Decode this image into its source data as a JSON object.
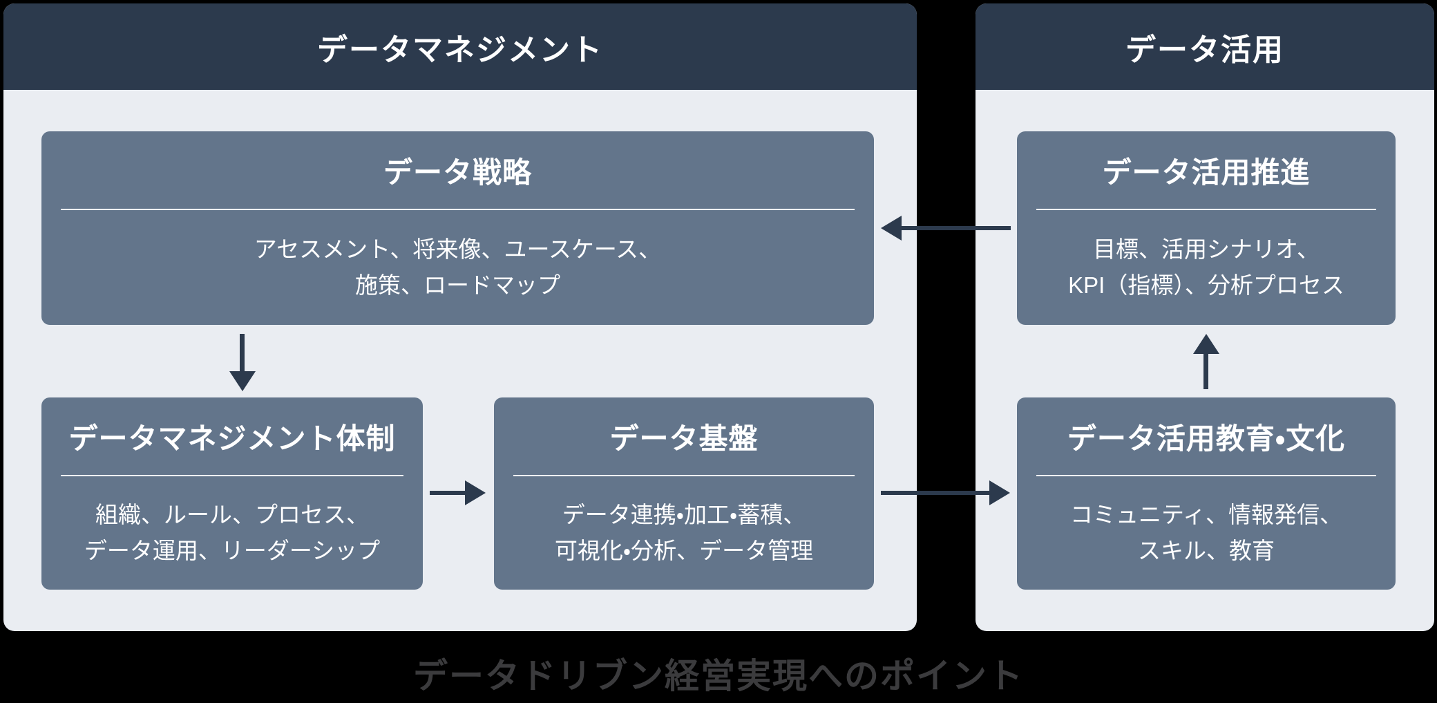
{
  "colors": {
    "canvas_bg": "#000000",
    "header_bg": "#2c3a4d",
    "panel_bg": "#eaedf2",
    "box_bg": "#63758b",
    "arrow_color": "#2c3a4d",
    "text_on_dark": "#ffffff",
    "caption_color": "#3b3b3d"
  },
  "panels": {
    "data_management": {
      "title": "データマネジメント",
      "boxes": {
        "strategy": {
          "title": "データ戦略",
          "body_line1": "アセスメント、将来像、ユースケース、",
          "body_line2": "施策、ロードマップ"
        },
        "organization": {
          "title": "データマネジメント体制",
          "body_line1": "組織、ルール、プロセス、",
          "body_line2": "データ運用、リーダーシップ"
        },
        "platform": {
          "title": "データ基盤",
          "body_line1": "データ連携・加工・蓄積、",
          "body_line2": "可視化・分析、データ管理"
        }
      }
    },
    "data_utilization": {
      "title": "データ活用",
      "boxes": {
        "promotion": {
          "title": "データ活用推進",
          "body_line1": "目標、活用シナリオ、",
          "body_line2": "KPI（指標）、分析プロセス"
        },
        "culture": {
          "title": "データ活用教育・文化",
          "body_line1": "コミュニティ、情報発信、",
          "body_line2": "スキル、教育"
        }
      }
    }
  },
  "flow": [
    {
      "from": "データ戦略",
      "to": "データマネジメント体制",
      "direction": "down"
    },
    {
      "from": "データマネジメント体制",
      "to": "データ基盤",
      "direction": "right"
    },
    {
      "from": "データ基盤",
      "to": "データ活用教育・文化",
      "direction": "right"
    },
    {
      "from": "データ活用教育・文化",
      "to": "データ活用推進",
      "direction": "up"
    },
    {
      "from": "データ活用推進",
      "to": "データ戦略",
      "direction": "left"
    }
  ],
  "caption": "データドリブン経営実現へのポイント"
}
